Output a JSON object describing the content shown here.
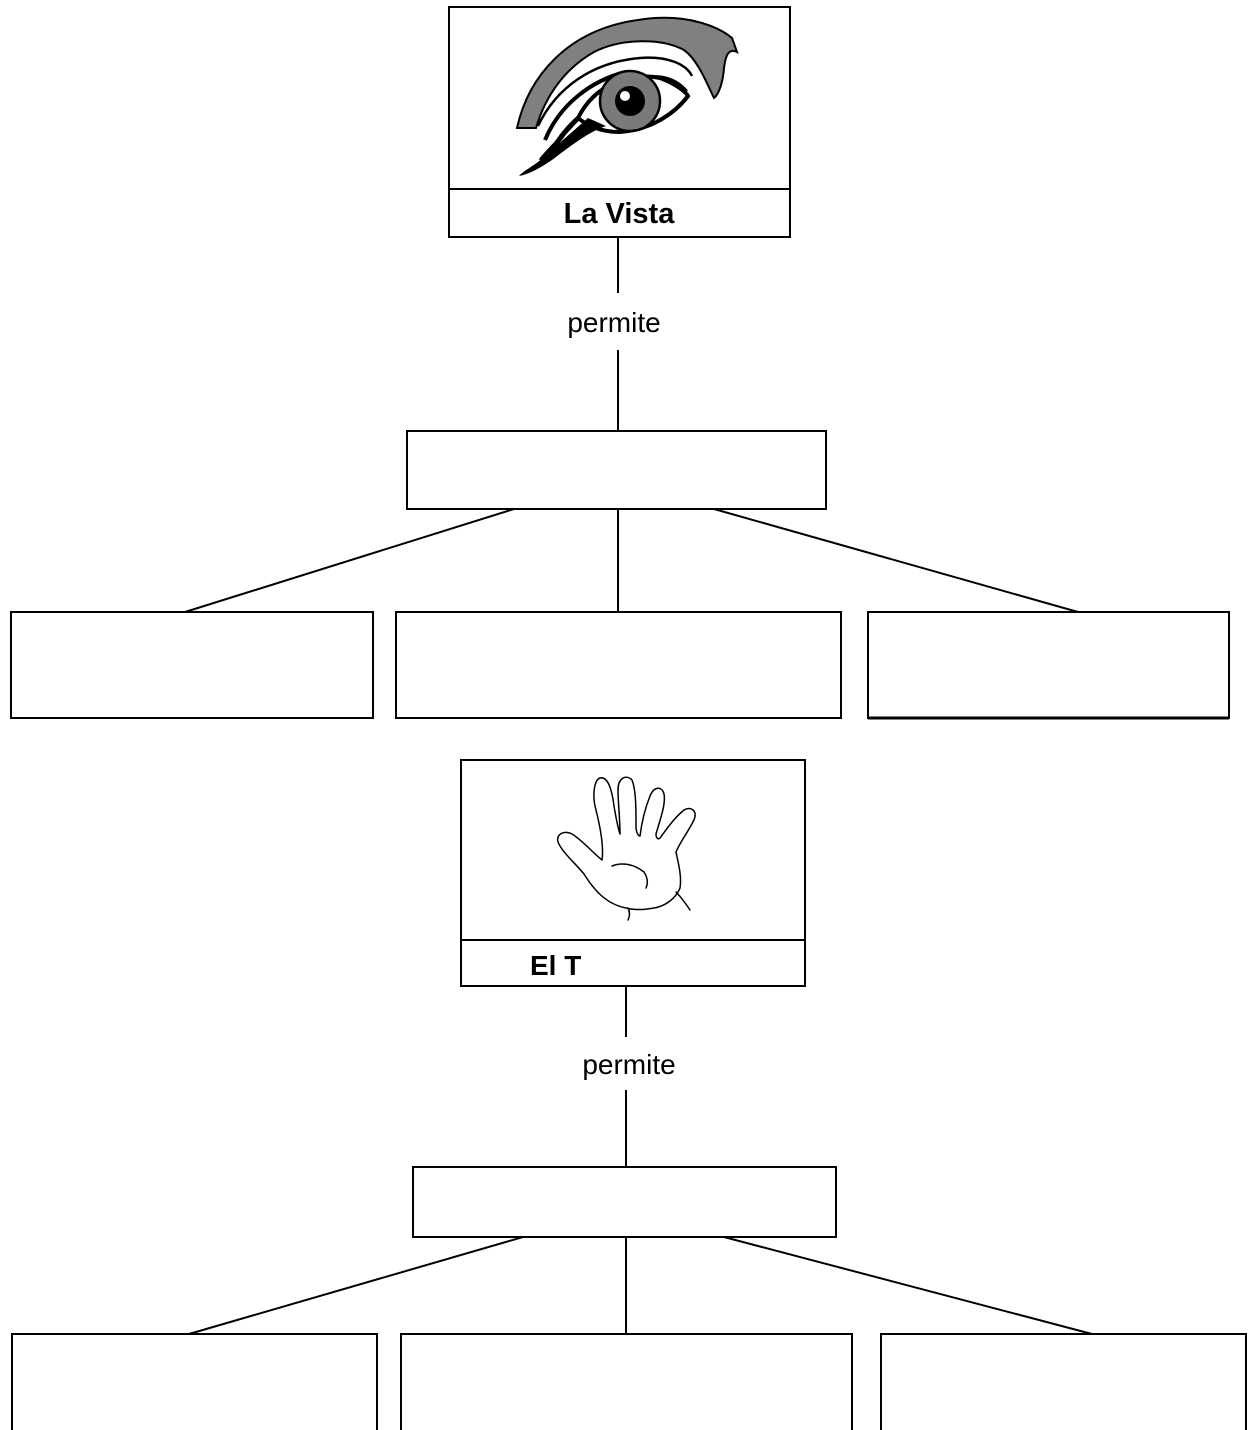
{
  "diagram": {
    "sections": [
      {
        "sense": {
          "label": "La Vista",
          "icon": "eye-icon"
        },
        "connector_label": "permite",
        "center_box": {
          "text": ""
        },
        "child_boxes": [
          {
            "text": ""
          },
          {
            "text": ""
          },
          {
            "text": ""
          }
        ]
      },
      {
        "sense": {
          "label": "El T",
          "icon": "hand-icon"
        },
        "connector_label": "permite",
        "center_box": {
          "text": ""
        },
        "child_boxes": [
          {
            "text": ""
          },
          {
            "text": ""
          },
          {
            "text": ""
          }
        ]
      }
    ],
    "colors": {
      "stroke": "#000000",
      "eye_gray": "#808080",
      "iris": "#7a7a7a",
      "background": "#ffffff"
    }
  }
}
